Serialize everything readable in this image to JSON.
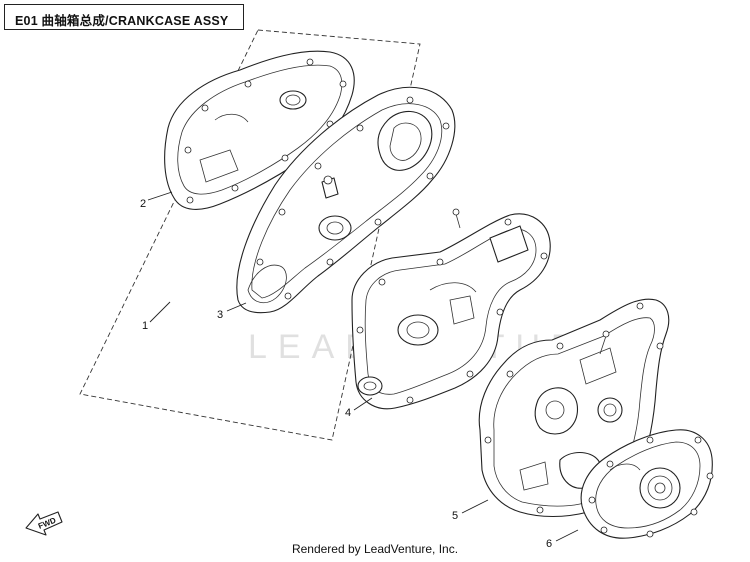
{
  "header": {
    "code": "E01",
    "title_zh": "曲轴箱总成",
    "title_en": "/CRANKCASE ASSY"
  },
  "watermark": "LEADVENTURE",
  "footer": {
    "credit": "Rendered by LeadVenture, Inc."
  },
  "fwd_label": "FWD",
  "callouts": [
    {
      "id": "1",
      "label": "1"
    },
    {
      "id": "2",
      "label": "2"
    },
    {
      "id": "3",
      "label": "3"
    },
    {
      "id": "4",
      "label": "4"
    },
    {
      "id": "5",
      "label": "5"
    },
    {
      "id": "6",
      "label": "6"
    }
  ]
}
